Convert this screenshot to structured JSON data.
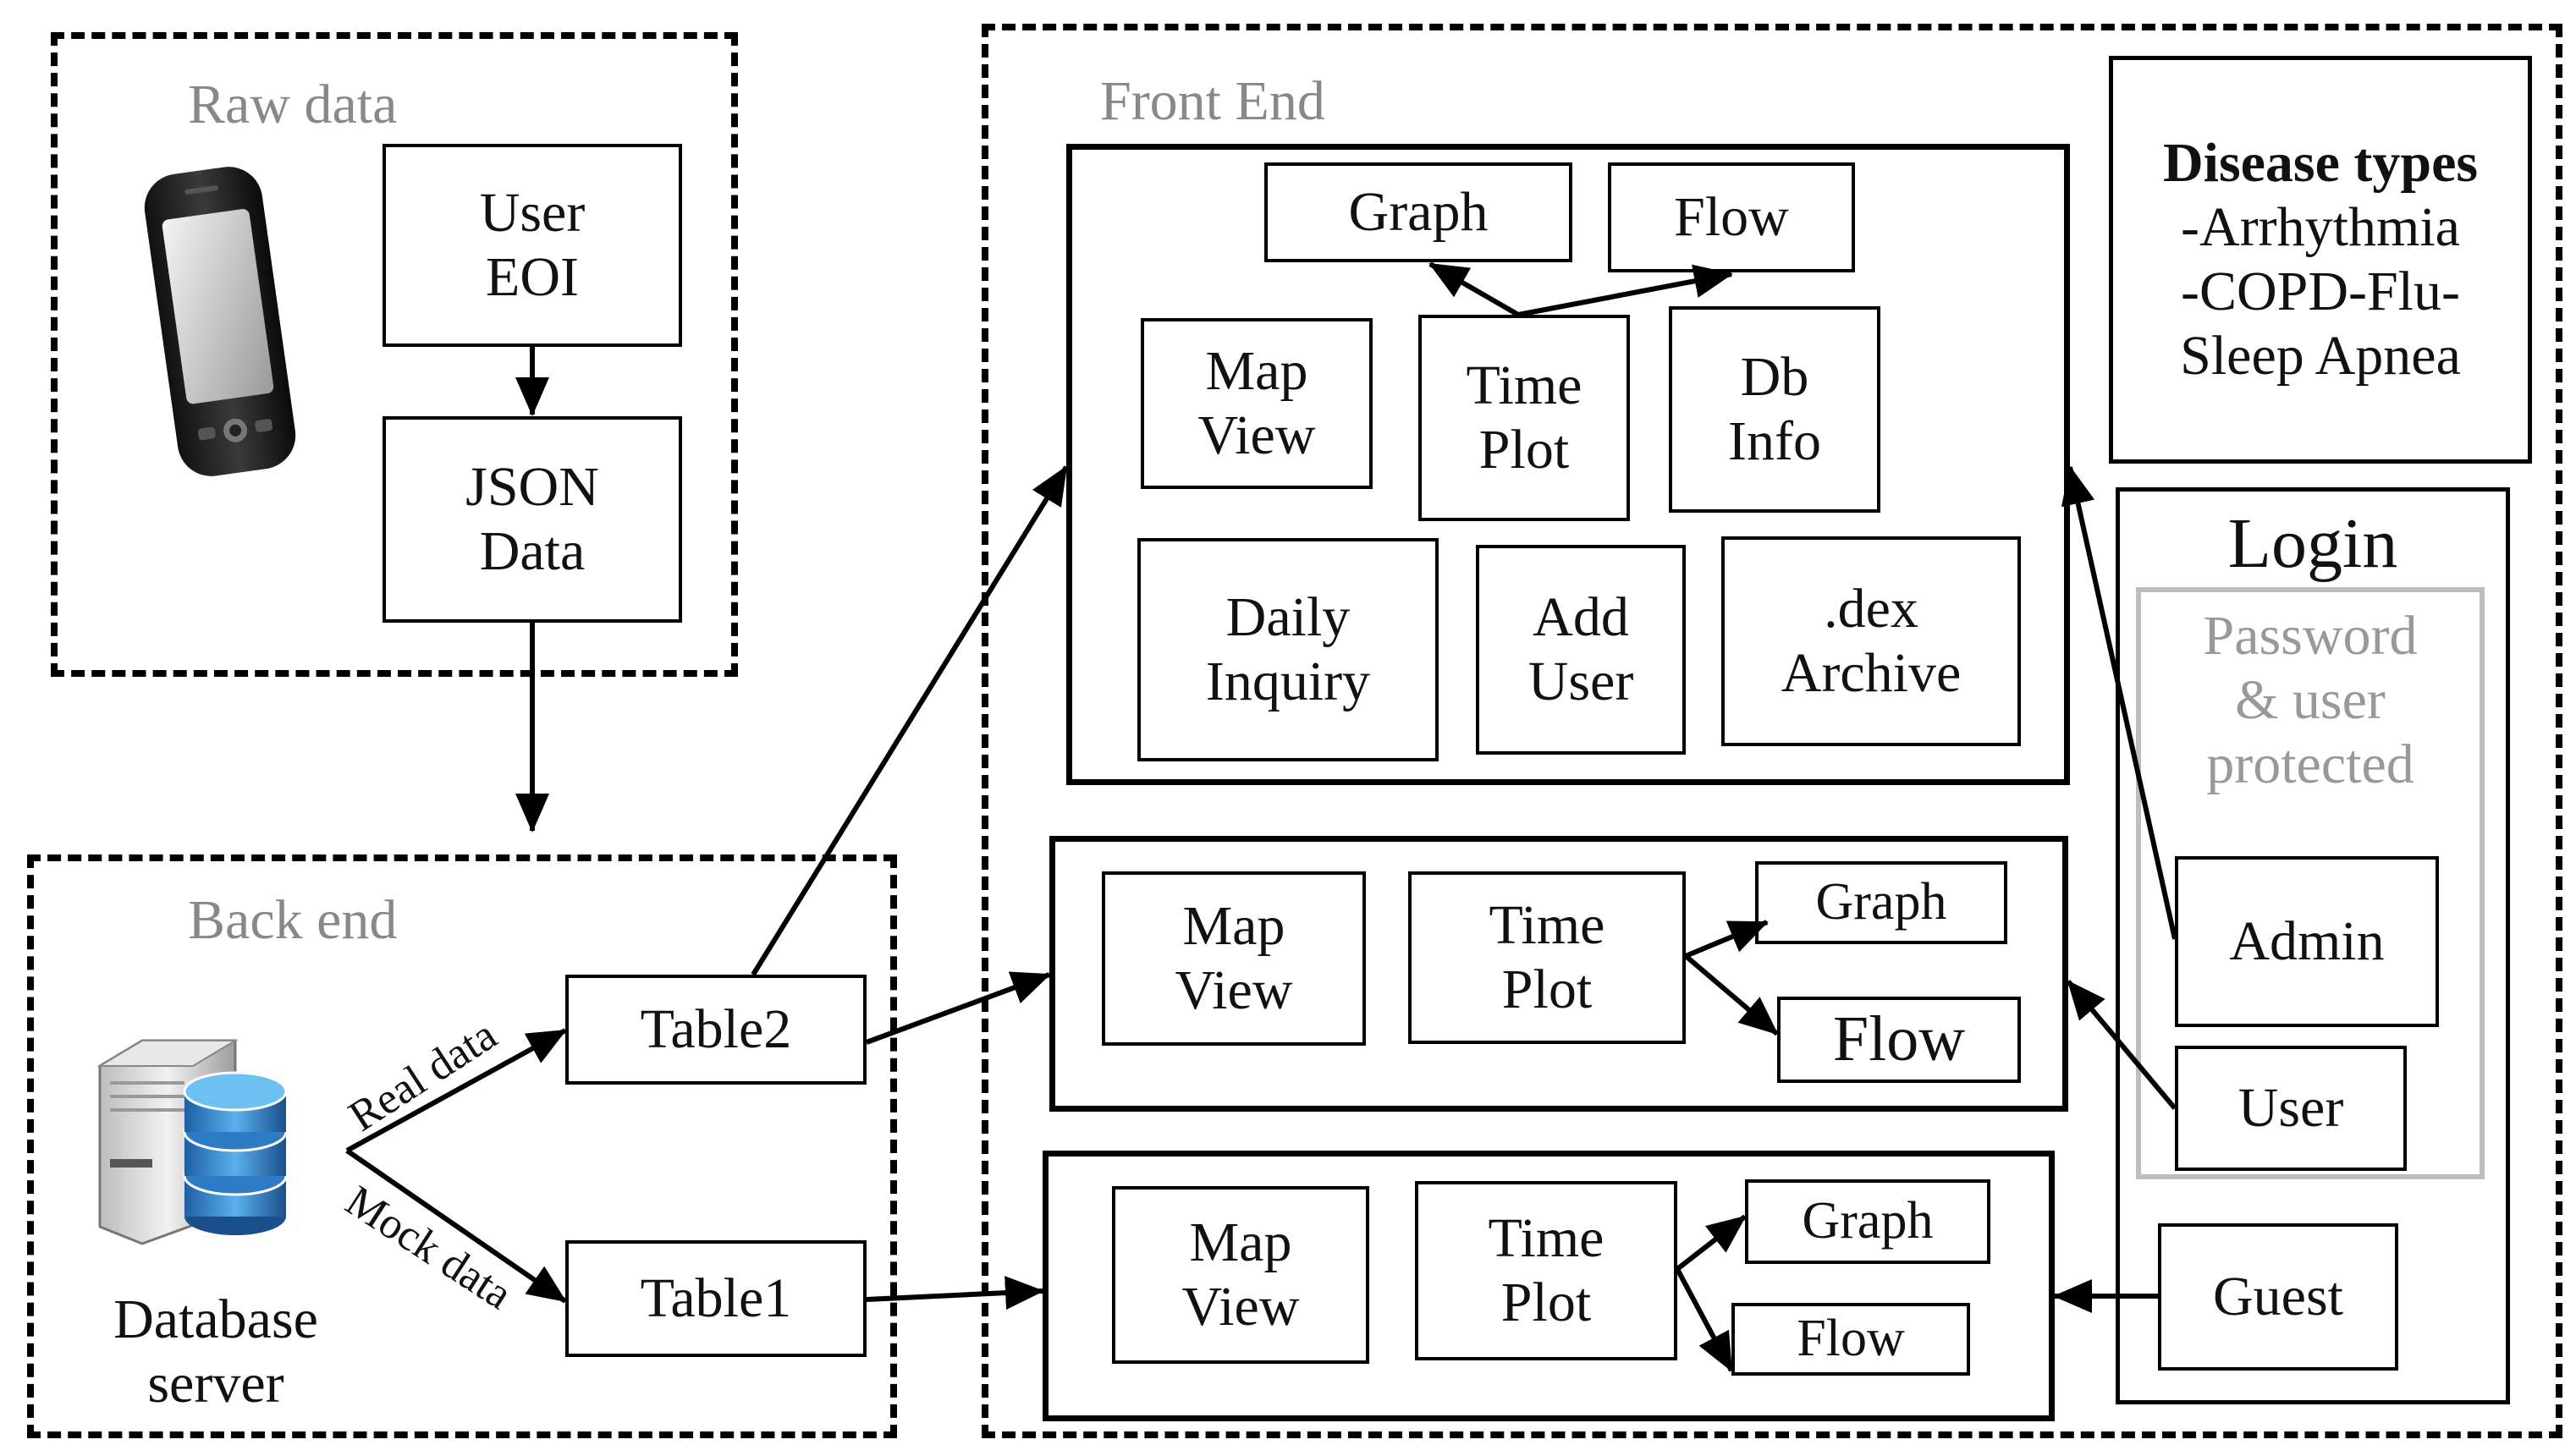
{
  "groups": {
    "raw_data": "Raw data",
    "back_end": "Back end",
    "front_end": "Front End"
  },
  "raw": {
    "user_eoi": [
      "User",
      "EOI"
    ],
    "json_data": [
      "JSON",
      "Data"
    ]
  },
  "backend": {
    "database_server": [
      "Database",
      "server"
    ],
    "real_data": "Real data",
    "mock_data": "Mock data",
    "table2": "Table2",
    "table1": "Table1"
  },
  "frontend": {
    "admin_view": {
      "graph": "Graph",
      "flow": "Flow",
      "map_view": [
        "Map",
        "View"
      ],
      "time_plot": [
        "Time",
        "Plot"
      ],
      "db_info": [
        "Db",
        "Info"
      ],
      "daily_inquiry": [
        "Daily",
        "Inquiry"
      ],
      "add_user": [
        "Add",
        "User"
      ],
      "dex_archive": [
        ".dex",
        "Archive"
      ]
    },
    "user_view": {
      "map_view": [
        "Map",
        "View"
      ],
      "time_plot": [
        "Time",
        "Plot"
      ],
      "graph": "Graph",
      "flow": "Flow"
    },
    "guest_view": {
      "map_view": [
        "Map",
        "View"
      ],
      "time_plot": [
        "Time",
        "Plot"
      ],
      "graph": "Graph",
      "flow": "Flow"
    }
  },
  "disease": {
    "title": "Disease types",
    "lines": [
      "-Arrhythmia",
      "-COPD-Flu-",
      "Sleep Apnea"
    ]
  },
  "login": {
    "title": "Login",
    "protected": [
      "Password",
      "& user",
      "protected"
    ],
    "admin": "Admin",
    "user": "User",
    "guest": "Guest"
  }
}
